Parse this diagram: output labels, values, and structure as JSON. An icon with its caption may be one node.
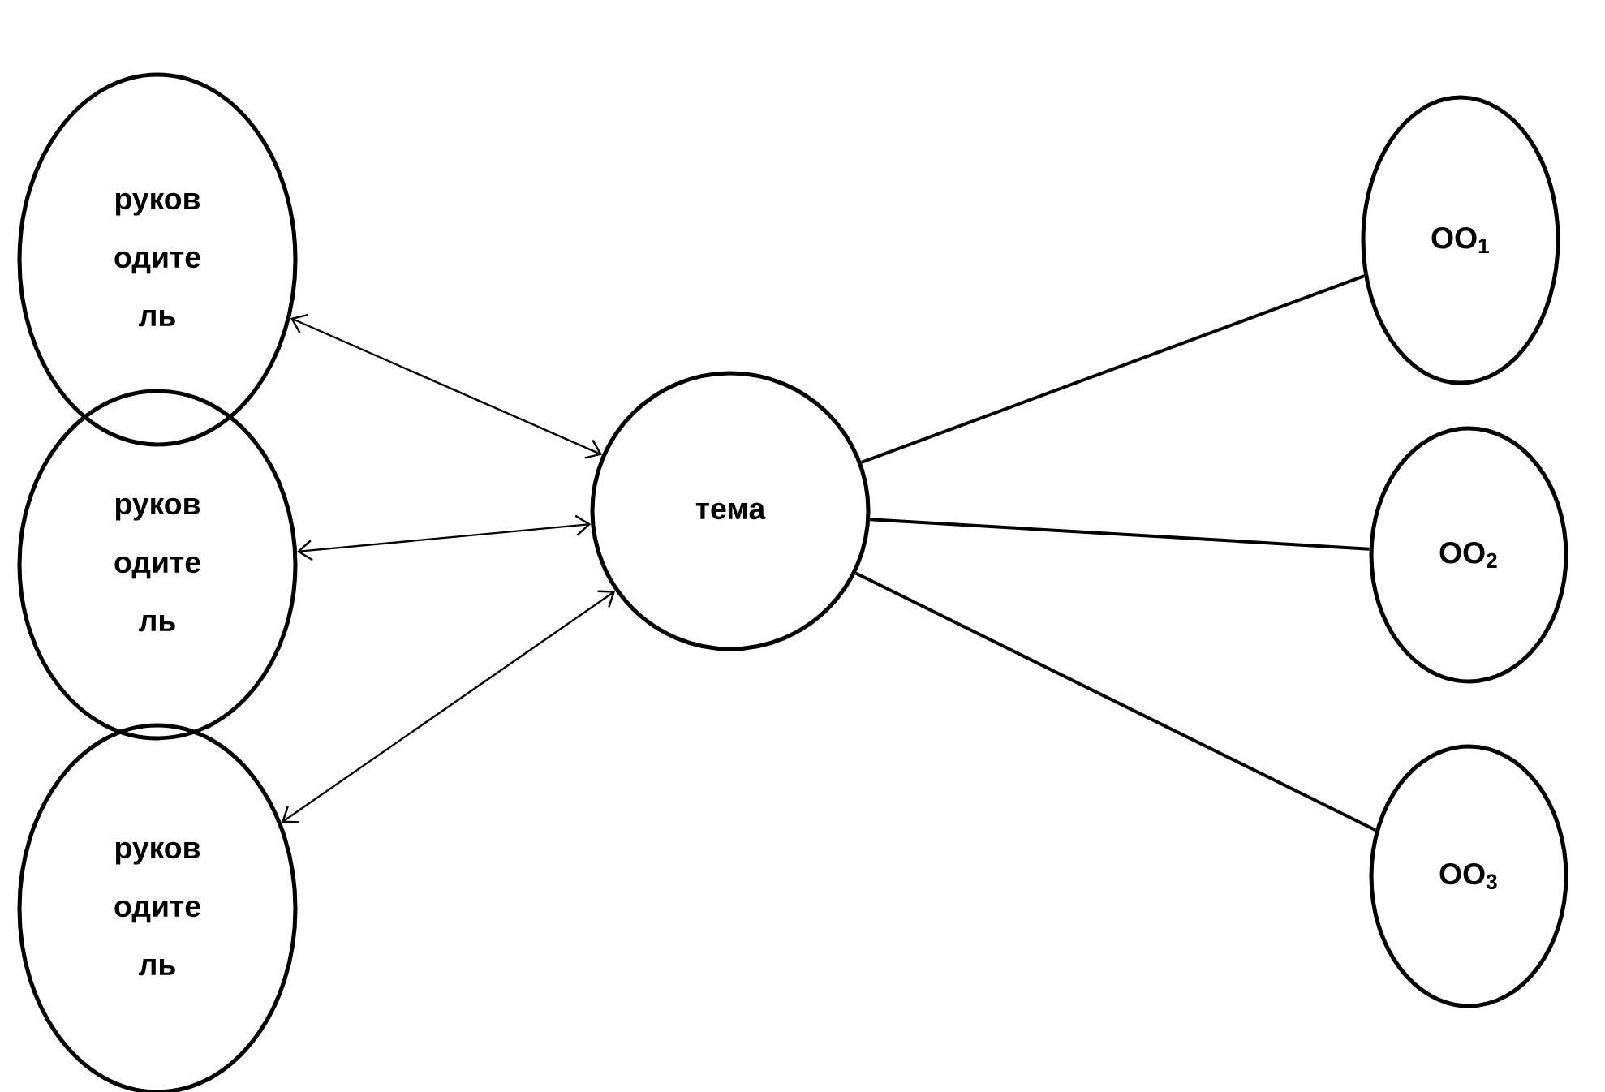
{
  "diagram": {
    "nodes": [
      {
        "text": [
          "руков одите ль"
        ]
      },
      {
        "text": [
          "руков одите ль"
        ]
      },
      {
        "text": [
          "руков одите ль"
        ]
      },
      {
        "text": [
          "тема"
        ]
      },
      {
        "text": [
          "ОО$_{1}$"
        ]
      },
      {
        "text": [
          "ОО$_{2}$"
        ]
      },
      {
        "text": [
          "ОО$_{3}$"
        ]
      }
    ],
    "edges": [
      {
        "from": 0,
        "to": 3,
        "arrow": "both"
      },
      {
        "from": 1,
        "to": 3,
        "arrow": "both"
      },
      {
        "from": 2,
        "to": 3,
        "arrow": "both"
      },
      {
        "from": 3,
        "to": 4,
        "arrow": "none"
      },
      {
        "from": 3,
        "to": 5,
        "arrow": "none"
      },
      {
        "from": 3,
        "to": 6,
        "arrow": "none"
      }
    ]
  }
}
